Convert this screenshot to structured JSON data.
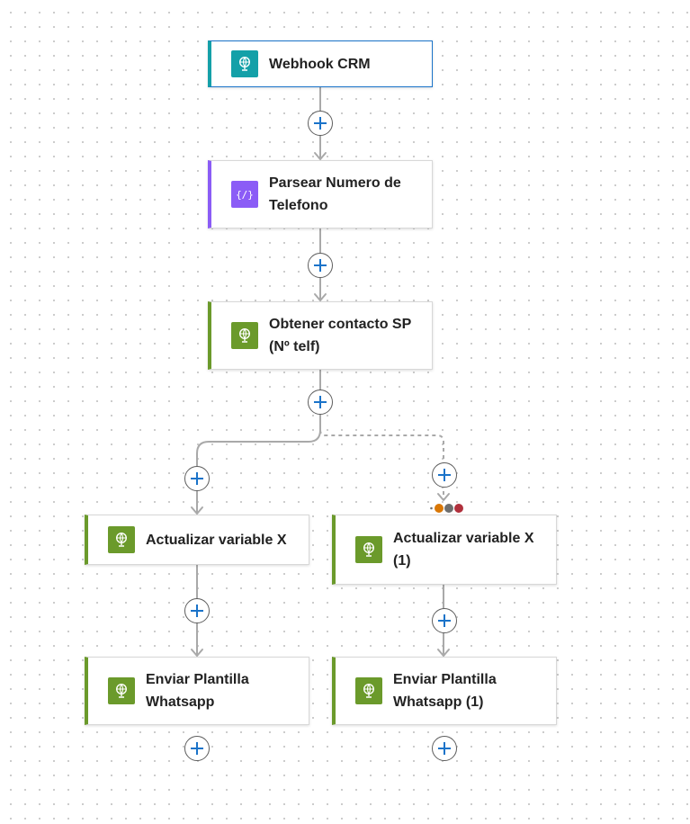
{
  "canvas": {
    "background": "#ffffff",
    "dot_color": "#c8c8c8",
    "connector_color": "#a9a9a9",
    "add_icon_color": "#1a73c9"
  },
  "nodes": {
    "webhook": {
      "label": "Webhook CRM",
      "icon": "globe-icon",
      "accent": "#14a0a8",
      "selected": true
    },
    "parse": {
      "label": "Parsear Numero de Telefono",
      "icon": "braces-icon",
      "accent": "#8b5cf6"
    },
    "get_contact": {
      "label": "Obtener contacto SP (Nº telf)",
      "icon": "globe-icon",
      "accent": "#6b9a2b"
    },
    "update_var_left": {
      "label": "Actualizar variable X",
      "icon": "globe-icon",
      "accent": "#6b9a2b"
    },
    "update_var_right": {
      "label": "Actualizar variable X (1)",
      "icon": "globe-icon",
      "accent": "#6b9a2b"
    },
    "send_left": {
      "label": "Enviar Plantilla Whatsapp",
      "icon": "globe-icon",
      "accent": "#6b9a2b"
    },
    "send_right": {
      "label": "Enviar Plantilla Whatsapp (1)",
      "icon": "globe-icon",
      "accent": "#6b9a2b"
    }
  },
  "run_after_status_colors": [
    "#d97706",
    "#6e6e6e",
    "#b0303c"
  ]
}
